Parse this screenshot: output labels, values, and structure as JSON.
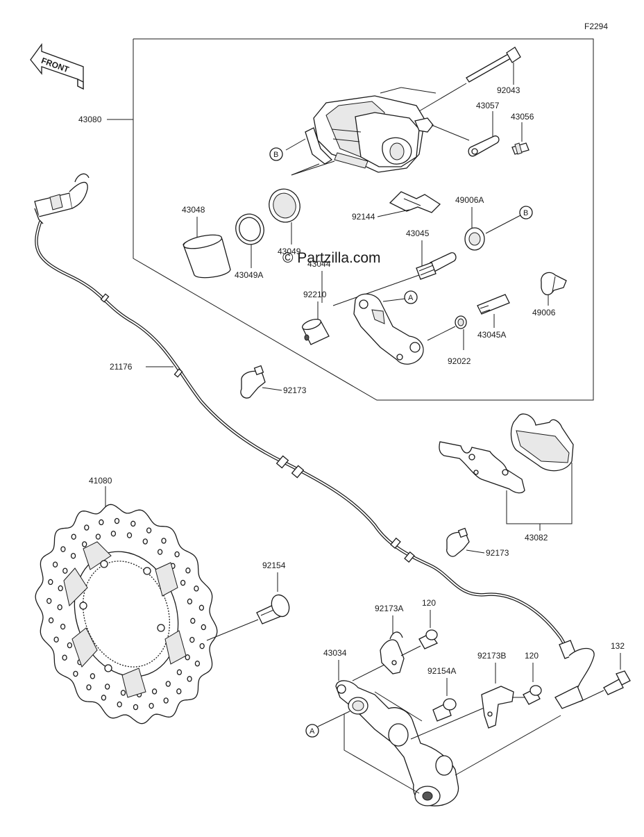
{
  "diagram": {
    "figure_code": "F2294",
    "front_label": "FRONT",
    "watermark": "© Partzilla.com",
    "callouts": [
      {
        "id": "43080",
        "label": "43080"
      },
      {
        "id": "92043",
        "label": "92043"
      },
      {
        "id": "43057",
        "label": "43057"
      },
      {
        "id": "43056",
        "label": "43056"
      },
      {
        "id": "43048",
        "label": "43048"
      },
      {
        "id": "43049",
        "label": "43049"
      },
      {
        "id": "43049A",
        "label": "43049A"
      },
      {
        "id": "92144",
        "label": "92144"
      },
      {
        "id": "49006A",
        "label": "49006A"
      },
      {
        "id": "43045",
        "label": "43045"
      },
      {
        "id": "43044",
        "label": "43044"
      },
      {
        "id": "92210",
        "label": "92210"
      },
      {
        "id": "49006",
        "label": "49006"
      },
      {
        "id": "43045A",
        "label": "43045A"
      },
      {
        "id": "92022",
        "label": "92022"
      },
      {
        "id": "21176",
        "label": "21176"
      },
      {
        "id": "92173-upper",
        "label": "92173"
      },
      {
        "id": "43082",
        "label": "43082"
      },
      {
        "id": "41080",
        "label": "41080"
      },
      {
        "id": "92173-lower",
        "label": "92173"
      },
      {
        "id": "92154",
        "label": "92154"
      },
      {
        "id": "92173A",
        "label": "92173A"
      },
      {
        "id": "120-left",
        "label": "120"
      },
      {
        "id": "92173B",
        "label": "92173B"
      },
      {
        "id": "120-right",
        "label": "120"
      },
      {
        "id": "132",
        "label": "132"
      },
      {
        "id": "43034",
        "label": "43034"
      },
      {
        "id": "92154A",
        "label": "92154A"
      }
    ],
    "reference_markers": {
      "a": "A",
      "b": "B"
    }
  }
}
